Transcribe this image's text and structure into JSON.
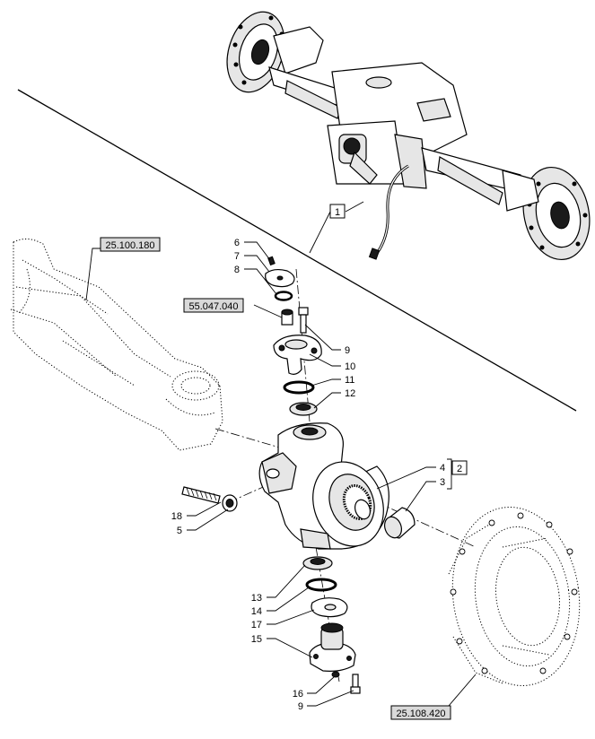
{
  "item_labels": {
    "l6": "6",
    "l7": "7",
    "l8": "8",
    "l9a": "9",
    "l10": "10",
    "l11": "11",
    "l12": "12",
    "l4": "4",
    "l3": "3",
    "l18": "18",
    "l5": "5",
    "l13": "13",
    "l14": "14",
    "l17": "17",
    "l15": "15",
    "l16": "16",
    "l9b": "9"
  },
  "assembly_boxes": {
    "b1": "1",
    "b2": "2"
  },
  "references": {
    "r1": "25.100.180",
    "r2": "55.047.040",
    "r3": "25.108.420"
  }
}
